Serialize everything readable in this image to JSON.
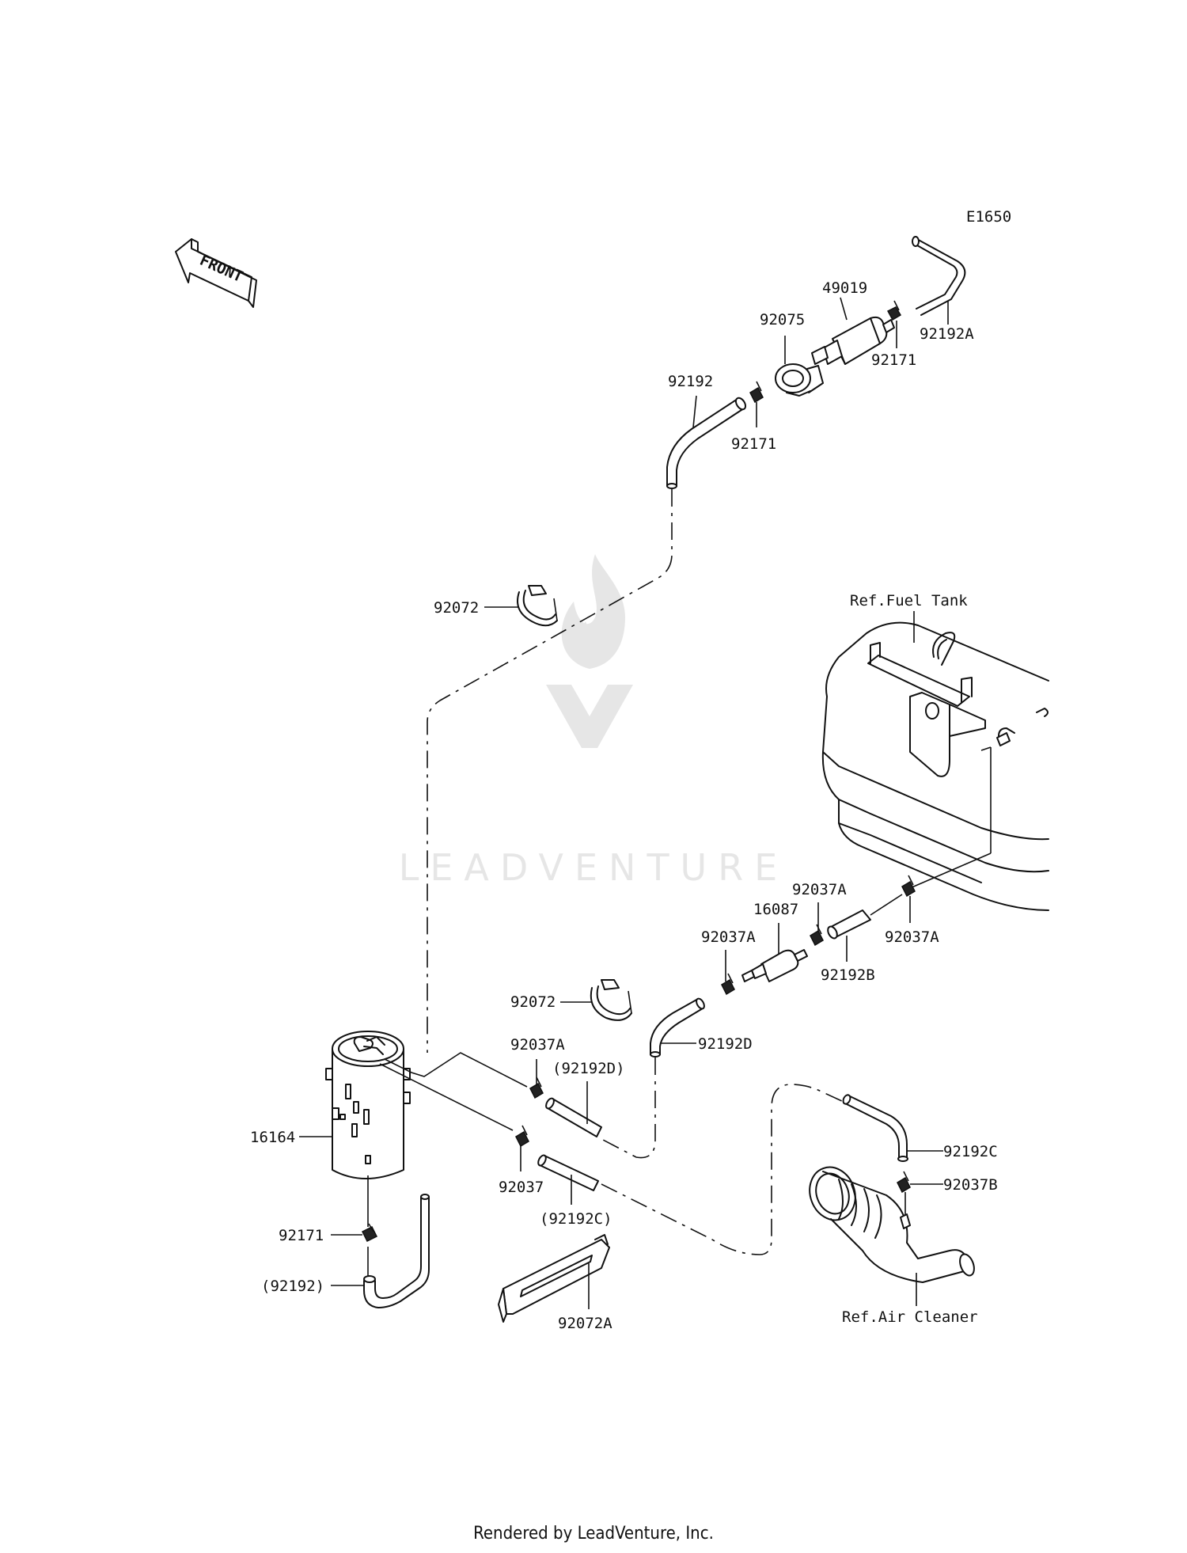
{
  "diagram_code": "E1650",
  "front_arrow_label": "FRONT",
  "watermark_text": "LEADVENTURE",
  "footer": "Rendered by LeadVenture, Inc.",
  "references": {
    "fuel_tank": "Ref.Fuel Tank",
    "air_cleaner": "Ref.Air Cleaner"
  },
  "parts": {
    "p49019": "49019",
    "p92075": "92075",
    "p92192_top": "92192",
    "p92171_a": "92171",
    "p92171_b": "92171",
    "p92192A": "92192A",
    "p92072_top": "92072",
    "p92037A_a": "92037A",
    "p16087": "16087",
    "p92037A_b": "92037A",
    "p92037A_c": "92037A",
    "p92192B": "92192B",
    "p92072_mid": "92072",
    "p92192D": "92192D",
    "p92037A_d": "92037A",
    "p92192D_paren": "(92192D)",
    "p16164": "16164",
    "p92037": "92037",
    "p92192C_paren": "(92192C)",
    "p92192C": "92192C",
    "p92037B": "92037B",
    "p92171_c": "92171",
    "p92192_paren": "(92192)",
    "p92072A": "92072A"
  },
  "colors": {
    "line": "#111111",
    "watermark": "#e6e6e6",
    "background": "#ffffff"
  }
}
